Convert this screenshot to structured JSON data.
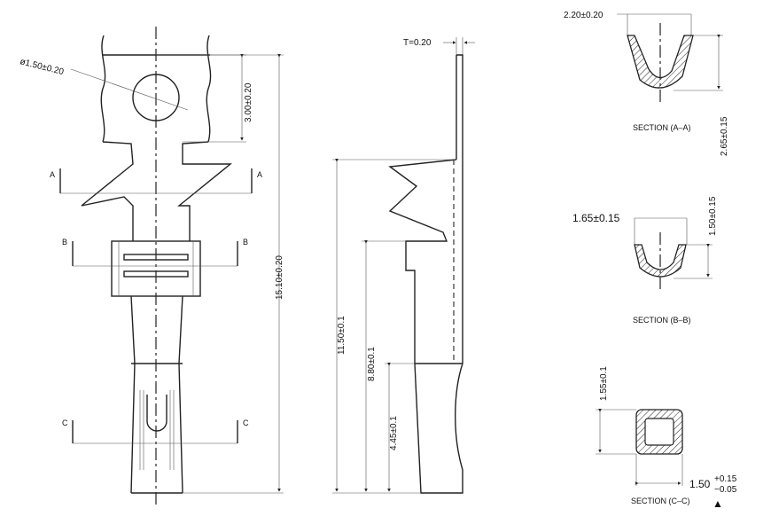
{
  "front_view": {
    "hole_dim": "ø1.50±0.20",
    "hole_offset_dim": "3.00±0.20",
    "overall_length_dim": "15.10±0.20",
    "section_marks": [
      "A",
      "A",
      "B",
      "B",
      "C",
      "C"
    ]
  },
  "side_view": {
    "thickness_dim": "T=0.20",
    "dims": [
      "11.50±0.1",
      "8.80±0.1",
      "4.45±0.1"
    ]
  },
  "section_aa": {
    "label": "SECTION (A–A)",
    "width_dim": "2.20±0.20",
    "height_dim": "2.65±0.15"
  },
  "section_bb": {
    "label": "SECTION (B–B)",
    "width_dim": "1.65±0.15",
    "height_dim": "1.50±0.15"
  },
  "section_cc": {
    "label": "SECTION (C–C)",
    "height_dim": "1.55±0.1",
    "width_base": "1.50",
    "tol_plus": "+0.15",
    "tol_minus": "−0.05",
    "marker": "▲"
  }
}
